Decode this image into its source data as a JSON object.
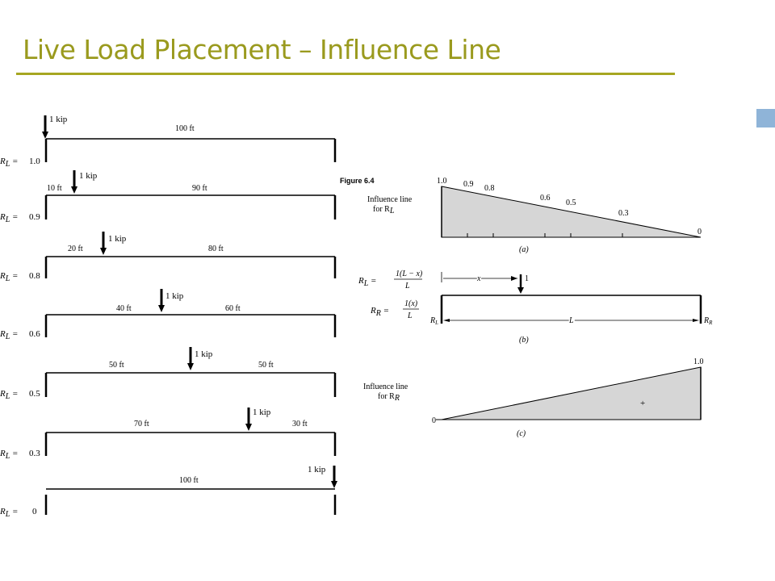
{
  "title": "Live Load Placement – Influence Line",
  "figure_label": "Figure 6.4",
  "beam_span_label": "100 ft",
  "load_label": "1 kip",
  "cases": [
    {
      "reaction": "1.0",
      "left": "",
      "right": "100 ft"
    },
    {
      "reaction": "0.9",
      "left": "10 ft",
      "right": "90 ft"
    },
    {
      "reaction": "0.8",
      "left": "20 ft",
      "right": "80 ft"
    },
    {
      "reaction": "0.6",
      "left": "40 ft",
      "right": "60 ft"
    },
    {
      "reaction": "0.5",
      "left": "50 ft",
      "right": "50 ft"
    },
    {
      "reaction": "0.3",
      "left": "70 ft",
      "right": "30 ft"
    },
    {
      "reaction": "0",
      "left": "",
      "right": "100 ft"
    }
  ],
  "influence_a": {
    "label_line1": "Influence line",
    "label_line2": "for R",
    "label_sub": "L",
    "values": [
      "1.0",
      "0.9",
      "0.8",
      "0.6",
      "0.5",
      "0.3",
      "0"
    ],
    "caption": "(a)"
  },
  "beam_b": {
    "eq1_lhs": "R",
    "eq1_sub": "L",
    "eq1_num": "1(L − x)",
    "eq1_den": "L",
    "eq2_lhs": "R",
    "eq2_sub": "R",
    "eq2_num": "1(x)",
    "eq2_den": "L",
    "x_label": "x",
    "load_label": "1",
    "span_label": "L",
    "left_support": "R",
    "left_sub": "L",
    "right_support": "R",
    "right_sub": "R",
    "caption": "(b)"
  },
  "influence_c": {
    "label_line1": "Influence line",
    "label_line2": "for R",
    "label_sub": "R",
    "start_value": "0",
    "end_value": "1.0",
    "sign": "+",
    "caption": "(c)"
  }
}
